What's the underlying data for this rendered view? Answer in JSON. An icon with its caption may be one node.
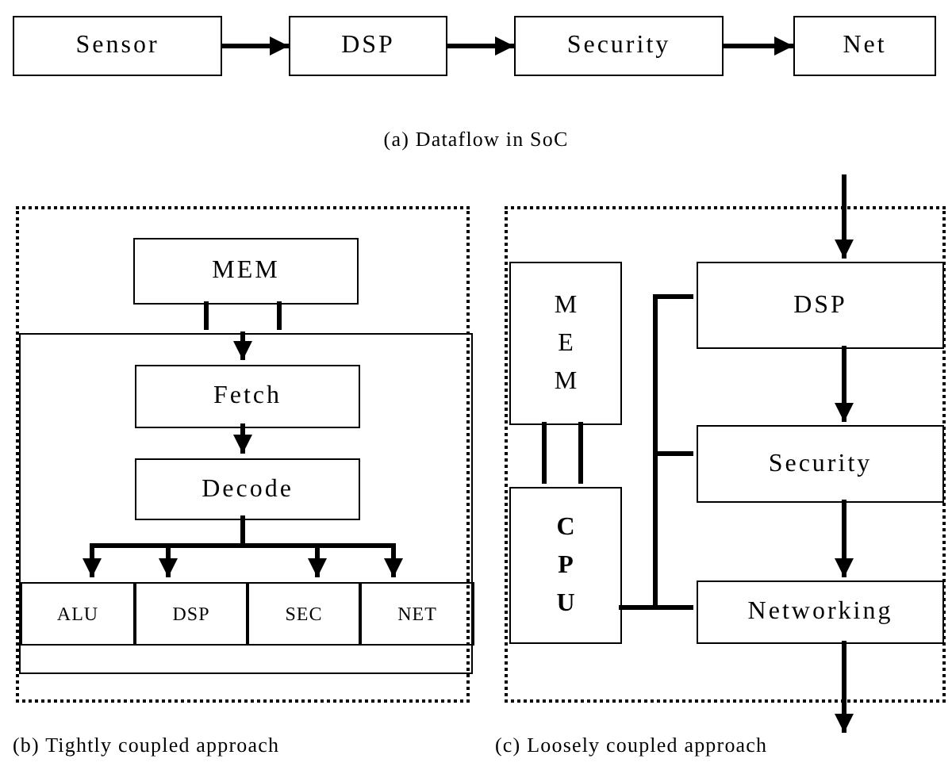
{
  "diagram": {
    "nodes": [
      {
        "text": [
          "Sensor"
        ]
      },
      {
        "text": [
          "DSP"
        ]
      },
      {
        "text": [
          "Security"
        ]
      },
      {
        "text": [
          "Net"
        ]
      },
      {
        "text": [],
        "shape": "box"
      },
      {
        "text": [
          "MEM"
        ],
        "in": 4
      },
      {
        "text": [],
        "shape": "box",
        "in": 4
      },
      {
        "text": [
          "Fetch"
        ],
        "in": 6
      },
      {
        "text": [
          "Decode"
        ],
        "in": 6
      },
      {
        "text": [
          "ALU"
        ],
        "in": 6
      },
      {
        "text": [
          "DSP"
        ],
        "in": 6
      },
      {
        "text": [
          "SEC"
        ],
        "in": 6
      },
      {
        "text": [
          "NET"
        ],
        "in": 6
      },
      {
        "text": [],
        "shape": "box"
      },
      {
        "text": [
          "MEM"
        ],
        "in": 13
      },
      {
        "text": [
          "CPU"
        ],
        "in": 13
      },
      {
        "text": [
          "DSP"
        ],
        "in": 13
      },
      {
        "text": [
          "Security"
        ],
        "in": 13
      },
      {
        "text": [
          "Networking"
        ],
        "in": 13
      }
    ],
    "edges": [
      {
        "from": 0,
        "to": 1,
        "arrow": "to"
      },
      {
        "from": 1,
        "to": 2,
        "arrow": "to"
      },
      {
        "from": 2,
        "to": 3,
        "arrow": "to"
      },
      {
        "from": 5,
        "to": 6,
        "arrow": "none"
      },
      {
        "from": 5,
        "to": 6,
        "arrow": "none"
      },
      {
        "from": null,
        "to": 7,
        "arrow": "to"
      },
      {
        "from": 7,
        "to": 8,
        "arrow": "to"
      },
      {
        "from": 8,
        "to": 9,
        "arrow": "to"
      },
      {
        "from": 8,
        "to": 10,
        "arrow": "to"
      },
      {
        "from": 8,
        "to": 11,
        "arrow": "to"
      },
      {
        "from": 8,
        "to": 12,
        "arrow": "to"
      },
      {
        "from": null,
        "to": 16,
        "arrow": "to"
      },
      {
        "from": 16,
        "to": 17,
        "arrow": "to"
      },
      {
        "from": 17,
        "to": 18,
        "arrow": "to"
      },
      {
        "from": 18,
        "to": null,
        "arrow": "to"
      },
      {
        "from": 14,
        "to": 15,
        "arrow": "none"
      },
      {
        "from": 14,
        "to": 15,
        "arrow": "none"
      },
      {
        "from": 15,
        "to": 16,
        "arrow": "none"
      },
      {
        "from": 15,
        "to": 17,
        "arrow": "none"
      },
      {
        "from": 15,
        "to": 18,
        "arrow": "none"
      }
    ],
    "labels": [
      "(a) Dataflow in SoC",
      "(b) Tightly coupled approach",
      "(c) Loosely coupled approach"
    ]
  }
}
